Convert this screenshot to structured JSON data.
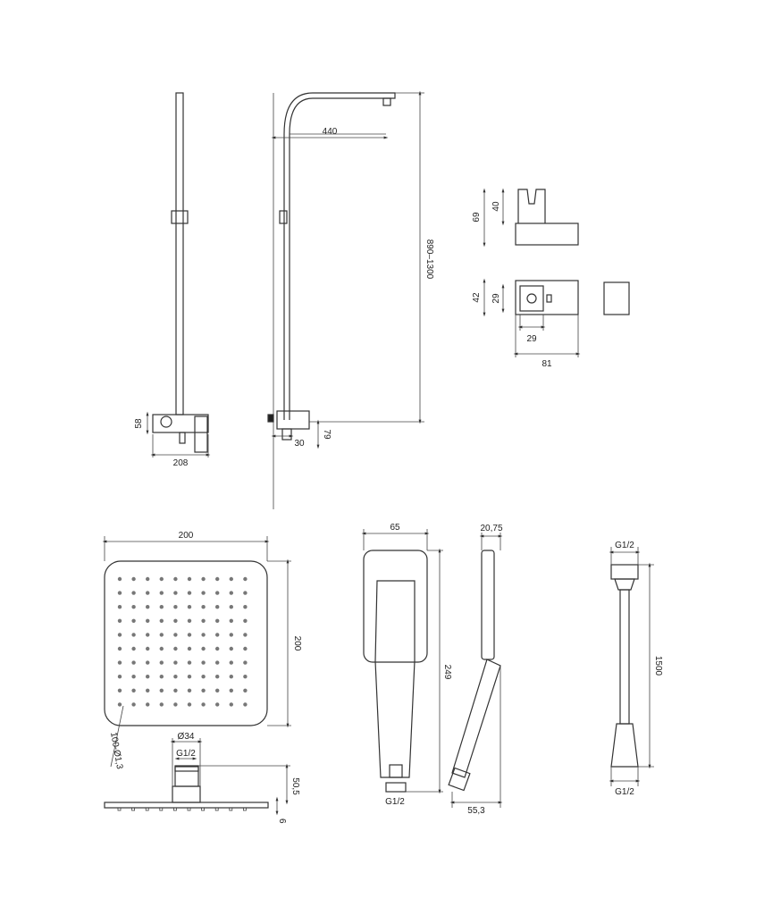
{
  "labels": {
    "rail_width": "208",
    "mixer_height": "58",
    "arm_length": "440",
    "height_range": "890–1300",
    "mixer_depth": "30",
    "mixer_offset": "79",
    "holder_height": "69",
    "holder_top": "40",
    "bracket_height": "42",
    "bracket_inner": "29",
    "bracket_inner_w": "29",
    "bracket_width": "81",
    "head_width": "200",
    "head_height": "200",
    "nozzles": "100-Ø1,3",
    "head_conn_dia": "Ø34",
    "head_thread": "G1/2",
    "head_conn_h": "50,5",
    "head_thickness": "6",
    "hand_width": "65",
    "hand_length": "249",
    "hand_thread": "G1/2",
    "hand_head_depth": "20,75",
    "hand_depth": "55,3",
    "hose_thread_top": "G1/2",
    "hose_length": "1500",
    "hose_thread_bottom": "G1/2"
  }
}
